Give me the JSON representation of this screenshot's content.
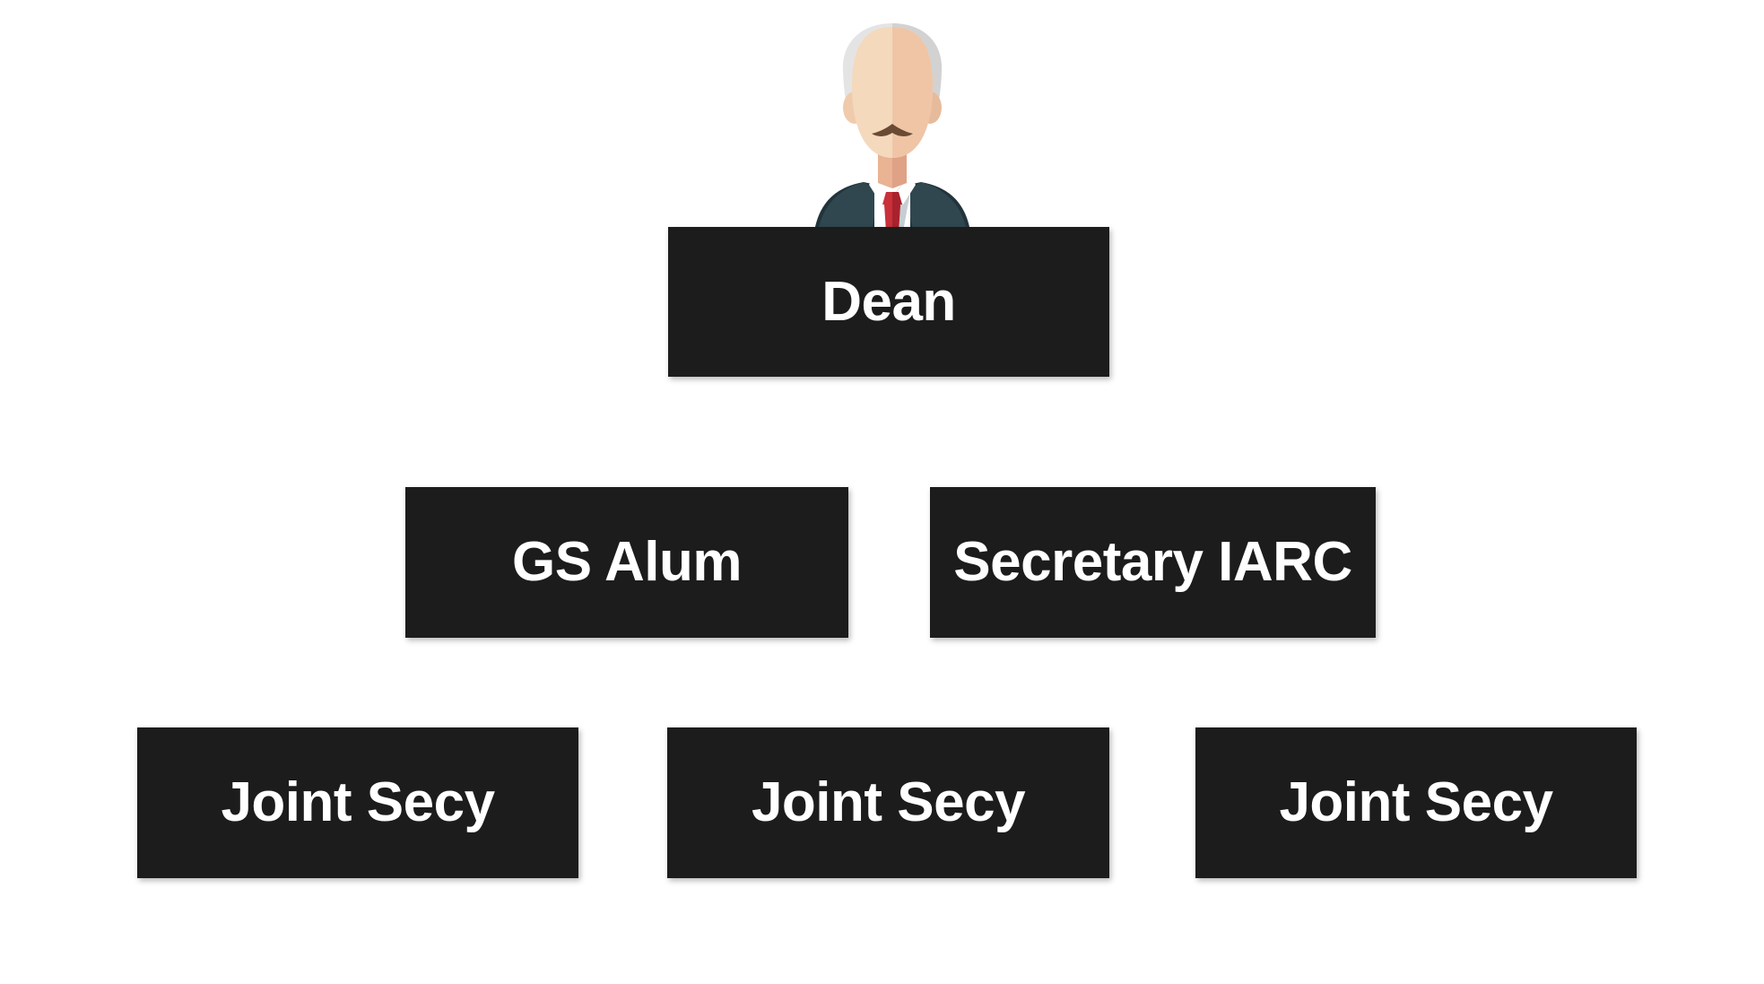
{
  "page": {
    "background_color": "#ffffff",
    "title": "Organizational Hierarchy Chart"
  },
  "theme": {
    "box_fill": "#1c1c1c",
    "box_text_color": "#ffffff"
  },
  "avatar": {
    "name": "dean-avatar",
    "description": "Illustrated portrait of an older bald man with grey side hair and moustache wearing a dark navy suit, white shirt and red tie",
    "colors": {
      "skin_light": "#f4d9bd",
      "skin_shadow": "#efc5a6",
      "neck": "#e9b394",
      "hair_light": "#e4e4e4",
      "hair_shadow": "#d2d2d2",
      "moustache": "#6b4a33",
      "suit_light": "#30474f",
      "suit_dark": "#22343b",
      "shirt": "#ffffff",
      "shirt_shadow": "#c6ced3",
      "tie_light": "#c9303a",
      "tie_dark": "#a7222c"
    }
  },
  "chart": {
    "type": "org-chart",
    "levels": [
      {
        "level": 1,
        "nodes": [
          {
            "id": "dean",
            "label": "Dean"
          }
        ]
      },
      {
        "level": 2,
        "nodes": [
          {
            "id": "gs-alum",
            "label": "GS Alum"
          },
          {
            "id": "secretary-iarc",
            "label": "Secretary IARC"
          }
        ]
      },
      {
        "level": 3,
        "nodes": [
          {
            "id": "joint-secy-1",
            "label": "Joint Secy"
          },
          {
            "id": "joint-secy-2",
            "label": "Joint Secy"
          },
          {
            "id": "joint-secy-3",
            "label": "Joint Secy"
          }
        ]
      }
    ]
  }
}
